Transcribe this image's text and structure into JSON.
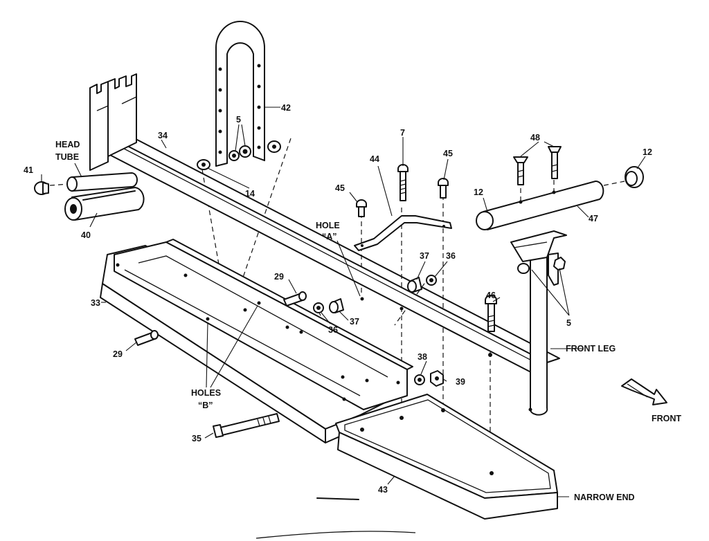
{
  "labels": {
    "head_tube": [
      "HEAD",
      "TUBE"
    ],
    "hole_a": [
      "HOLE",
      "“A”"
    ],
    "holes_b": [
      "HOLES",
      "“B”"
    ],
    "front_leg": "FRONT LEG",
    "front": "FRONT",
    "narrow_end": "NARROW END"
  },
  "parts": {
    "p5_top": "5",
    "p5_right": "5",
    "p7": "7",
    "p12_left": "12",
    "p12_right": "12",
    "p14": "14",
    "p29_top": "29",
    "p29_bottom": "29",
    "p33": "33",
    "p34": "34",
    "p35": "35",
    "p36_right": "36",
    "p36_center": "36",
    "p37_right": "37",
    "p37_center": "37",
    "p38": "38",
    "p39": "39",
    "p40": "40",
    "p41": "41",
    "p42": "42",
    "p43": "43",
    "p44": "44",
    "p45_left": "45",
    "p45_right": "45",
    "p46": "46",
    "p47": "47",
    "p48": "48"
  }
}
